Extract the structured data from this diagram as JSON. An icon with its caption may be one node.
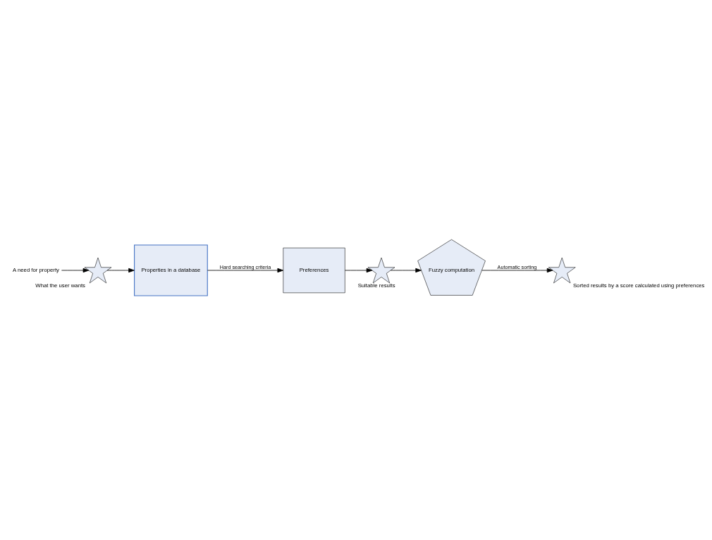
{
  "diagram": {
    "nodes": [
      {
        "text": [
          "A need for property"
        ]
      },
      {
        "text": [],
        "shape": "star",
        "beside": [
          "What the user wants"
        ]
      },
      {
        "text": [
          "Properties in a database"
        ]
      },
      {
        "text": [
          "Preferences"
        ]
      },
      {
        "text": [],
        "shape": "star",
        "beside": [
          "Suitable results"
        ]
      },
      {
        "text": [
          "Fuzzy computation"
        ]
      },
      {
        "text": [],
        "shape": "star",
        "beside": [
          "Sorted results by a score calculated using preferences"
        ]
      }
    ],
    "edges": [
      {
        "from": 0,
        "to": 1,
        "arrow": "to"
      },
      {
        "from": 1,
        "to": 2,
        "arrow": "to"
      },
      {
        "from": 2,
        "to": 3,
        "arrow": "to",
        "label": "Hard searching criteria"
      },
      {
        "from": 3,
        "to": 4,
        "arrow": "to"
      },
      {
        "from": 4,
        "to": 5,
        "arrow": "to"
      },
      {
        "from": 5,
        "to": 6,
        "arrow": "to",
        "label": "Automatic sorting"
      }
    ]
  }
}
